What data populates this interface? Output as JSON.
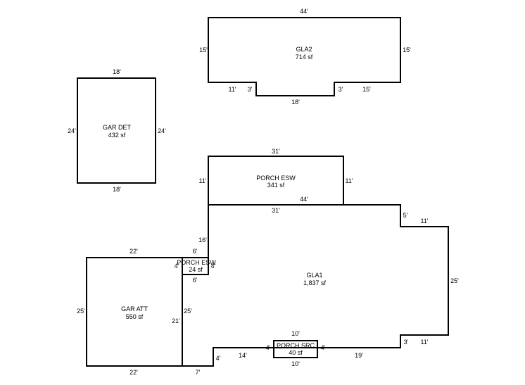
{
  "areas": {
    "gla2": {
      "name": "GLA2",
      "area": "714 sf"
    },
    "gar_det": {
      "name": "GAR DET",
      "area": "432 sf"
    },
    "porch_esw_top": {
      "name": "PORCH ESW",
      "area": "341 sf"
    },
    "gla1": {
      "name": "GLA1",
      "area": "1,837 sf"
    },
    "gar_att": {
      "name": "GAR ATT",
      "area": "550 sf"
    },
    "porch_esw_small": {
      "name": "PORCH ESW",
      "area": "24 sf"
    },
    "porch_src": {
      "name": "PORCH SRC",
      "area": "40 sf"
    }
  },
  "dimensions": {
    "gla2_top": "44'",
    "gla2_left": "15'",
    "gla2_right": "15'",
    "gla2_b1": "11'",
    "gla2_b2": "3'",
    "gla2_b3": "18'",
    "gla2_b4": "3'",
    "gla2_b5": "15'",
    "gardet_top": "18'",
    "gardet_bottom": "18'",
    "gardet_left": "24'",
    "gardet_right": "24'",
    "porch_top": "31'",
    "porch_left": "11'",
    "porch_right": "11'",
    "porch_bottom": "31'",
    "gla1_top": "44'",
    "gla1_5": "5'",
    "gla1_11a": "11'",
    "gla1_25r": "25'",
    "gla1_3": "3'",
    "gla1_11b": "11'",
    "gla1_19": "19'",
    "gla1_4r": "4'",
    "gla1_10t": "10'",
    "gla1_10b": "10'",
    "gla1_4l": "4'",
    "gla1_14": "14'",
    "gla1_4v": "4'",
    "gla1_7": "7'",
    "gla1_25l": "25'",
    "gla1_16": "16'",
    "gla1_6t": "6'",
    "gla1_6b": "6'",
    "ps_4l": "4'",
    "ps_4r": "4'",
    "garatt_top": "22'",
    "garatt_bottom": "22'",
    "garatt_left": "25'",
    "garatt_21": "21'"
  }
}
